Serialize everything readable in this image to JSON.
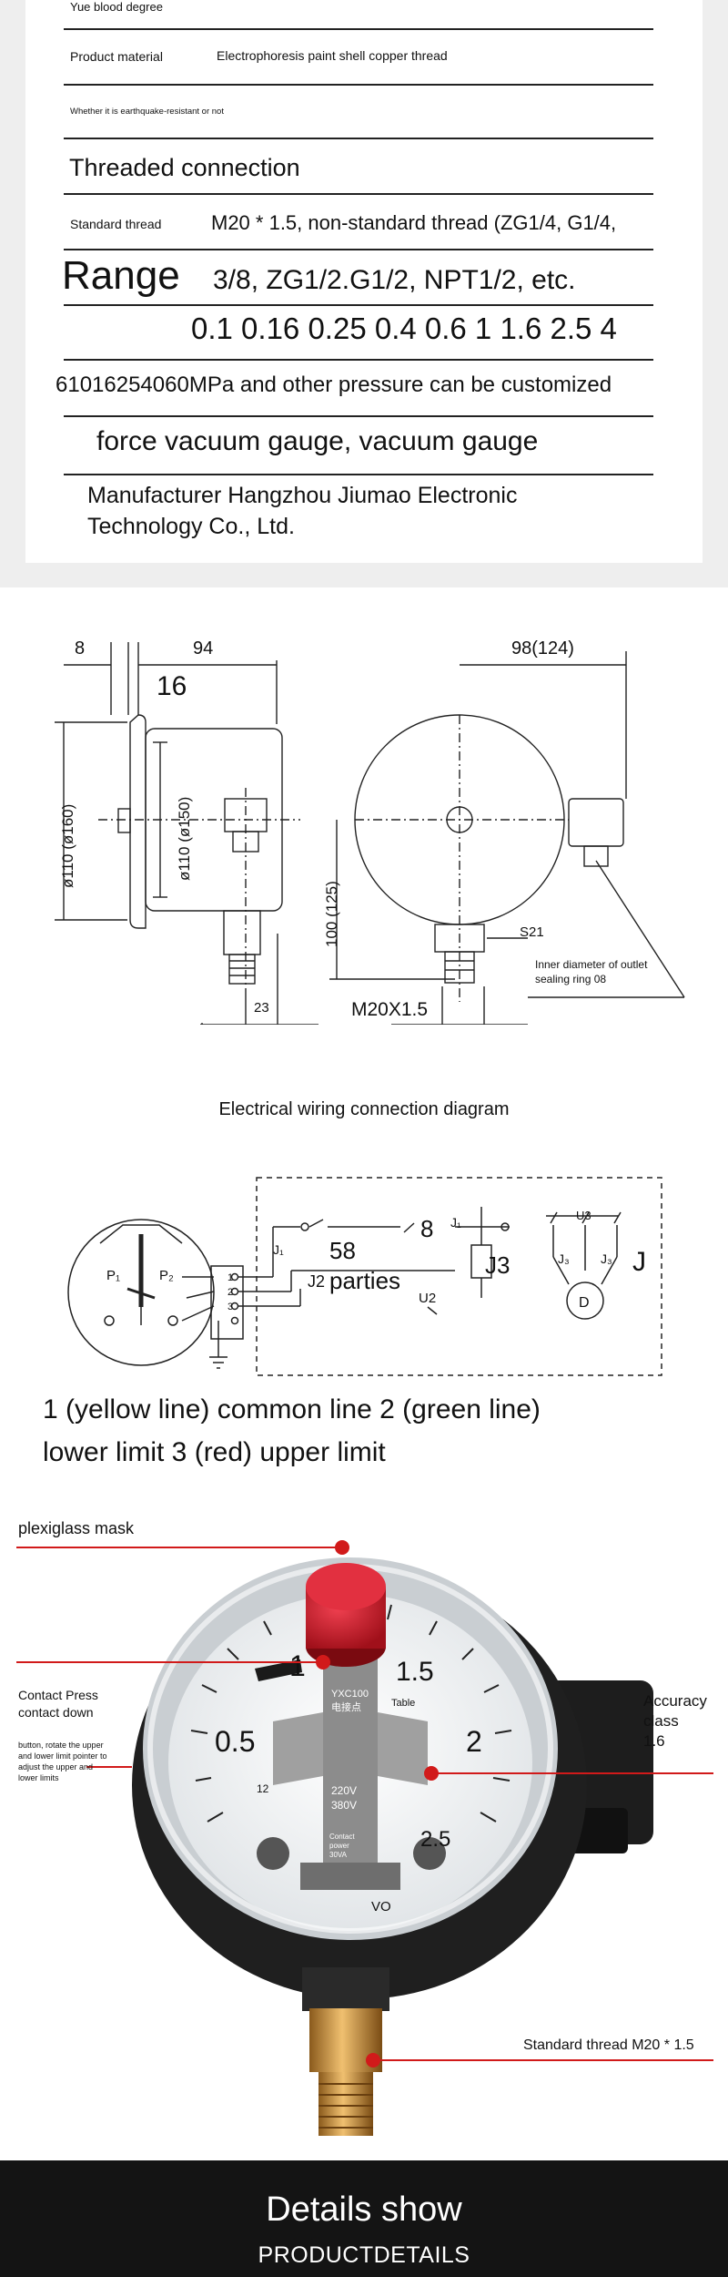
{
  "spec_table": {
    "rows": [
      {
        "label": "Yue blood degree",
        "value": ""
      },
      {
        "label": "Product material",
        "value": "Electrophoresis paint shell copper thread"
      },
      {
        "label": "Whether it is earthquake-resistant or not",
        "value": ""
      },
      {
        "label": "Threaded connection",
        "value": ""
      },
      {
        "label": "Standard thread",
        "value": "M20 * 1.5, non-standard thread (ZG1/4, G1/4,"
      }
    ],
    "range_label": "Range",
    "range_line1": "3/8, ZG1/2.G1/2, NPT1/2, etc.",
    "range_line2": "0.1 0.16 0.25 0.4 0.6 1 1.6 2.5 4",
    "pressure_note": "61016254060MPa and other pressure can be customized",
    "gauge_type": "force vacuum gauge, vacuum gauge",
    "manufacturer_line1": "Manufacturer Hangzhou Jiumao Electronic",
    "manufacturer_line2": "Technology Co., Ltd."
  },
  "dimension_drawing": {
    "dim_8": "8",
    "dim_94": "94",
    "dim_16": "16",
    "dim_98": "98(124)",
    "dim_110_160": "ø110 (ø160)",
    "dim_110_150": "ø110 (ø150)",
    "dim_100": "100 (125)",
    "dim_23": "23",
    "dim_m20": "M20X1.5",
    "dim_s21": "S21",
    "note_sealing": "Inner diameter of outlet",
    "note_sealing2": "sealing ring 08"
  },
  "wiring": {
    "title": "Electrical wiring connection diagram",
    "p1": "P₁",
    "p2": "P₂",
    "j1": "J₁",
    "j1b": "J₁",
    "j2": "J2",
    "j3": "J3",
    "j3a": "J₃",
    "j3b": "J₃",
    "j_right": "J",
    "u3": "U3",
    "u2": "U2",
    "n58": "58",
    "n8": "8",
    "parties": "parties",
    "motor": "D",
    "t1": "1",
    "t2": "2",
    "t3": "3",
    "legend_line1": "1 (yellow line) common line 2 (green line)",
    "legend_line2": "lower limit 3 (red) upper limit"
  },
  "gauge_photo": {
    "callout_mask": "plexiglass mask",
    "callout_contact1": "Contact Press",
    "callout_contact2": "contact down",
    "callout_button1": "button, rotate the upper",
    "callout_button2": "and lower limit pointer to",
    "callout_button3": "adjust the upper and",
    "callout_button4": "lower limits",
    "callout_accuracy1": "Accuracy",
    "callout_accuracy2": "class",
    "callout_accuracy3": "1.6",
    "callout_thread": "Standard thread M20 * 1.5",
    "dial_05": "0.5",
    "dial_1": "1",
    "dial_15": "1.5",
    "dial_2": "2",
    "dial_25": "2.5",
    "dial_table": "Table",
    "dial_model": "YXC100",
    "dial_cn": "电接点",
    "dial_220": "220V",
    "dial_380": "380V",
    "dial_contact1": "Contact",
    "dial_contact2": "power",
    "dial_contact3": "30VA",
    "dial_12": "12",
    "dial_vo": "VO"
  },
  "footer": {
    "title": "Details show",
    "subtitle": "PRODUCTDETAILS"
  },
  "colors": {
    "callout_red": "#d11a1a",
    "cap_red": "#c8141e",
    "footer_bg": "#141414"
  }
}
